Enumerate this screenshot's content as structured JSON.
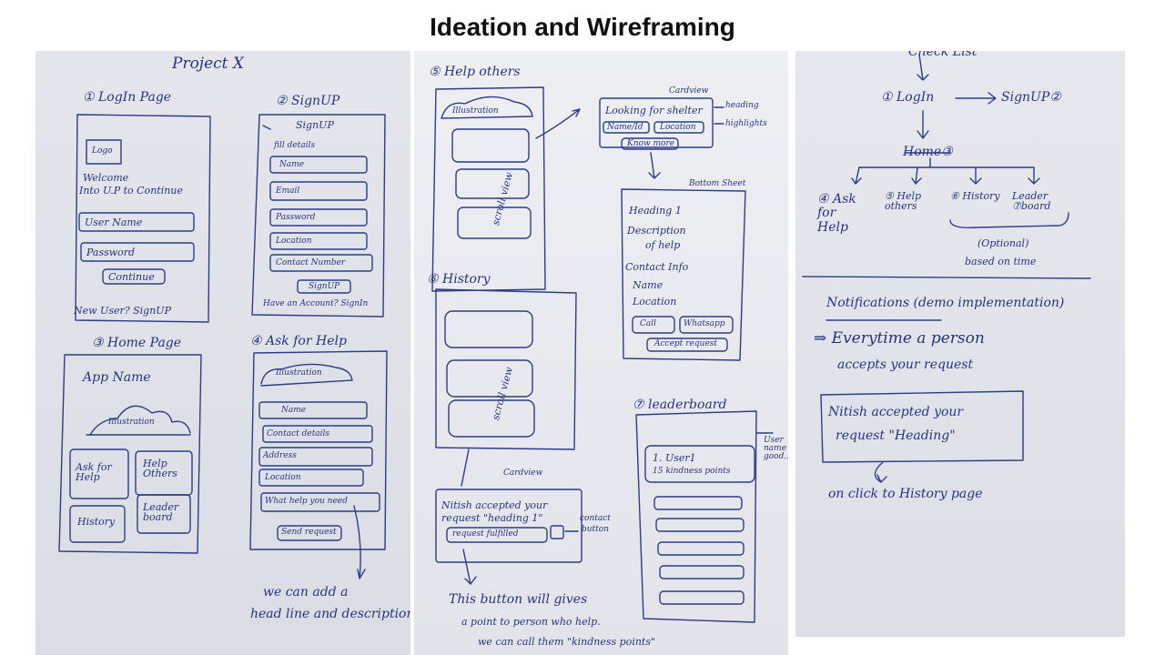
{
  "header": {
    "title": "Ideation and Wireframing"
  },
  "page1": {
    "project_title": "Project X",
    "login": {
      "heading": "① LogIn Page",
      "logo": "Logo",
      "welcome_1": "Welcome",
      "welcome_2": "Into U.P to Continue",
      "username": "User Name",
      "password": "Password",
      "continue": "Continue",
      "new_user": "New User? SignUP"
    },
    "signup": {
      "heading": "② SignUP",
      "title": "SignUP",
      "subtitle": "fill details",
      "fields": [
        "Name",
        "Email",
        "Password",
        "Location",
        "Contact Number"
      ],
      "button": "SignUP",
      "have_account": "Have an Account? SignIn"
    },
    "home": {
      "heading": "③ Home Page",
      "app_name": "App Name",
      "illustration": "Illustration",
      "tiles": [
        "Ask for Help",
        "Help Others",
        "History",
        "Leader board"
      ]
    },
    "ask": {
      "heading": "④ Ask for Help",
      "illustration": "Illustration",
      "fields": [
        "Name",
        "Contact details",
        "Address",
        "Location",
        "What help you need"
      ],
      "send": "Send request",
      "note_1": "we can add a",
      "note_2": "head line and description"
    }
  },
  "page2": {
    "help_others": {
      "heading": "⑤ Help others",
      "illustration": "Illustration",
      "scroll": "scroll view",
      "cardview_label": "Cardview",
      "card_title": "Looking for shelter",
      "card_chip_1": "Name/Id",
      "card_chip_2": "Location",
      "card_more": "Know more",
      "heading_note": "heading",
      "highlights_note": "highlights",
      "bottom_sheet_label": "Bottom Sheet",
      "sheet_heading": "Heading 1",
      "sheet_desc_1": "Description",
      "sheet_desc_2": "of help",
      "sheet_contact": "Contact Info",
      "sheet_name": "Name",
      "sheet_location": "Location",
      "call": "Call",
      "whatsapp": "Whatsapp",
      "accept": "Accept request"
    },
    "history": {
      "heading": "⑥ History",
      "scroll": "scroll view",
      "cardview_label": "Cardview",
      "card_text_1": "Nitish accepted your",
      "card_text_2": "request \"heading 1\"",
      "fulfilled": "request fulfilled",
      "contact_note_1": "contact",
      "contact_note_2": "button",
      "note_1": "This button will gives",
      "note_2": "a point to person who help.",
      "note_3": "we can call them \"kindness points\""
    },
    "leaderboard": {
      "heading": "⑦ leaderboard",
      "user_line_1": "1. User1",
      "user_line_2": "15 kindness points",
      "side_note": "User name good..."
    }
  },
  "page3": {
    "top": "Check List",
    "login": "① LogIn",
    "signup": "SignUP②",
    "home": "Home③",
    "branches": [
      "④ Ask for Help",
      "⑤ Help others",
      "⑥ History",
      "Leader ⑦board"
    ],
    "optional_1": "(Optional)",
    "optional_2": "based on time",
    "notif_title": "Notifications (demo implementation)",
    "notif_line_1": "⇒ Everytime a person",
    "notif_line_2": "accepts your request",
    "notif_box_1": "Nitish accepted your",
    "notif_box_2": "request \"Heading\"",
    "onclick": "on click to History page"
  }
}
